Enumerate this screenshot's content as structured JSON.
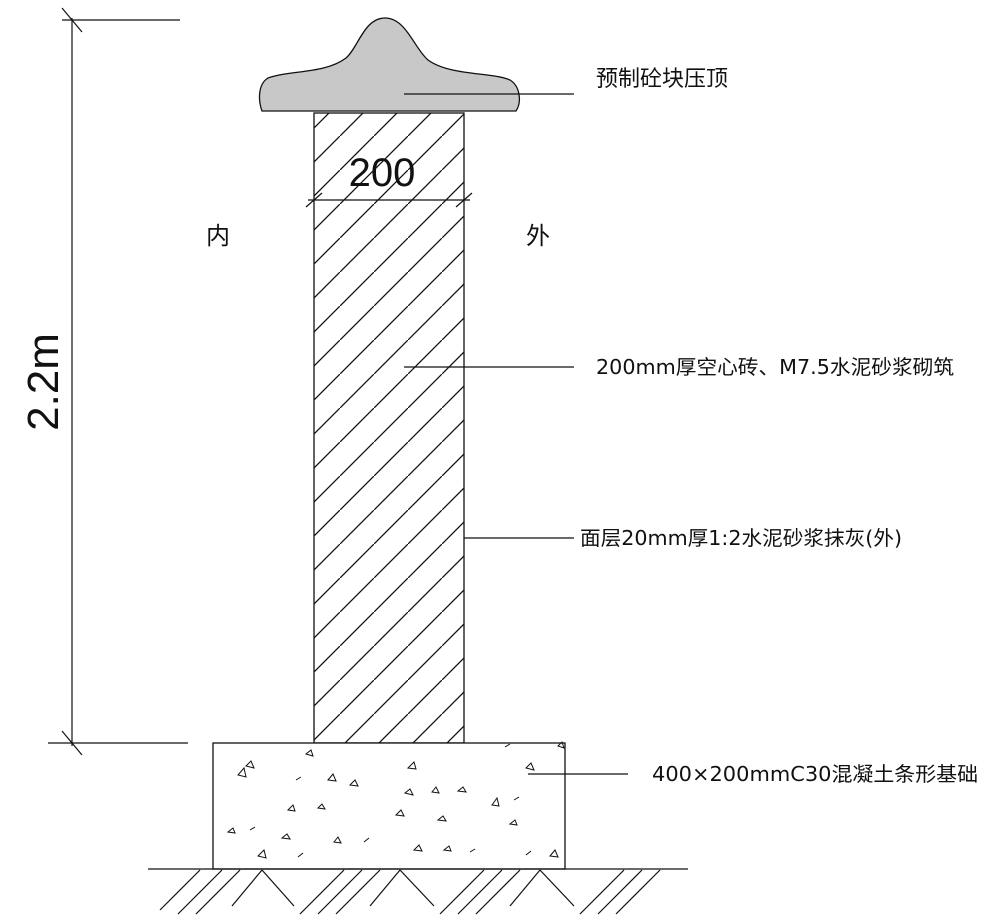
{
  "labels": {
    "cap": "预制砼块压顶",
    "wall": "200mm厚空心砖、M7.5水泥砂浆砌筑",
    "render": "面层20mm厚1:2水泥砂浆抹灰(外)",
    "footing": "400×200mmC30混凝土条形基础",
    "inside": "内",
    "outside": "外"
  },
  "dimensions": {
    "wall_width": "200",
    "height": "2.2m"
  },
  "colors": {
    "line": "#111111",
    "cap_fill": "#c8c8c8"
  }
}
